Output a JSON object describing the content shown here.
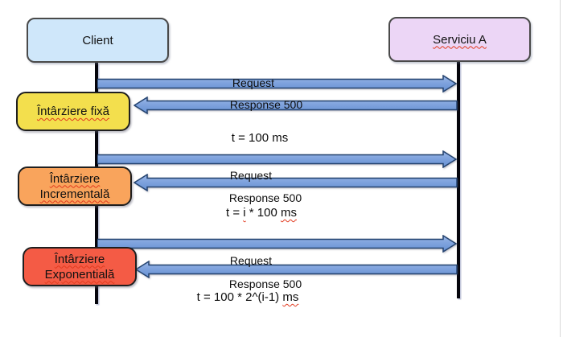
{
  "page": {
    "background": "#ffffff",
    "slide_edge_color": "#d9d9d9"
  },
  "actors": {
    "client": {
      "label": "Client",
      "fill": "#cfe7fa",
      "border": "#4a4a4a"
    },
    "service": {
      "label": "Serviciu A",
      "fill": "#ecd6f6",
      "border": "#4a4a4a",
      "misspelled": true
    }
  },
  "strategies": [
    {
      "lines": [
        "Întârziere fixă"
      ],
      "fill": "#f3df4d"
    },
    {
      "lines": [
        "Întârziere",
        "Incrementală"
      ],
      "fill": "#f9a45c"
    },
    {
      "lines": [
        "Întârziere",
        "Exponentială"
      ],
      "fill": "#f45b45"
    }
  ],
  "groups": [
    {
      "request_label": "Request",
      "response_label": "Response 500",
      "timing": {
        "parts": [
          {
            "text": "t = 100 ms",
            "misspelled": false
          }
        ]
      }
    },
    {
      "request_label": "Request",
      "response_label": "Response 500",
      "timing": {
        "parts": [
          {
            "text": "t = ",
            "misspelled": false
          },
          {
            "text": "i",
            "misspelled": true
          },
          {
            "text": " * 100 ",
            "misspelled": false
          },
          {
            "text": "ms",
            "misspelled": true
          }
        ]
      }
    },
    {
      "request_label": "Request",
      "response_label": "Response 500",
      "timing": {
        "parts": [
          {
            "text": "t = 100 * 2^(i-1) ",
            "misspelled": false
          },
          {
            "text": "ms",
            "misspelled": true
          }
        ]
      }
    }
  ],
  "arrow_style": {
    "fill_top": "#9db8e8",
    "fill_mid": "#7fa3dd",
    "fill_bottom": "#6690d3",
    "stroke": "#24436f"
  },
  "lifeline_color": "#05050c"
}
